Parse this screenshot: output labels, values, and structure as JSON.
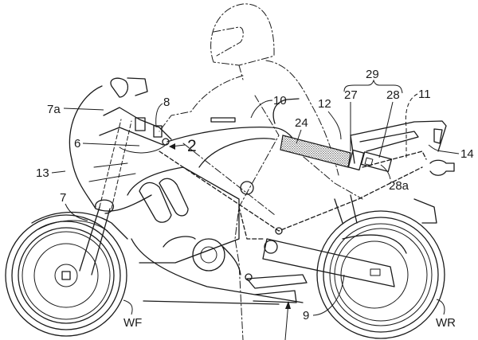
{
  "figure": {
    "title": "Motorcycle with rider — side elevation (patent drawing)",
    "labels": {
      "l7a": "7a",
      "l8": "8",
      "l6": "6",
      "l2": "2",
      "l13": "13",
      "l7": "7",
      "l10": "10",
      "l12": "12",
      "l24": "24",
      "l29": "29",
      "l27": "27",
      "l28": "28",
      "l11": "11",
      "l14": "14",
      "l28a": "28a",
      "l9": "9",
      "lWF": "WF",
      "lWR": "WR"
    },
    "parts": {
      "rider": "rider outline (dash-dot)",
      "front_wheel": "front wheel WF",
      "rear_wheel": "rear wheel WR",
      "belt": "belt 24 (dotted texture)"
    }
  }
}
